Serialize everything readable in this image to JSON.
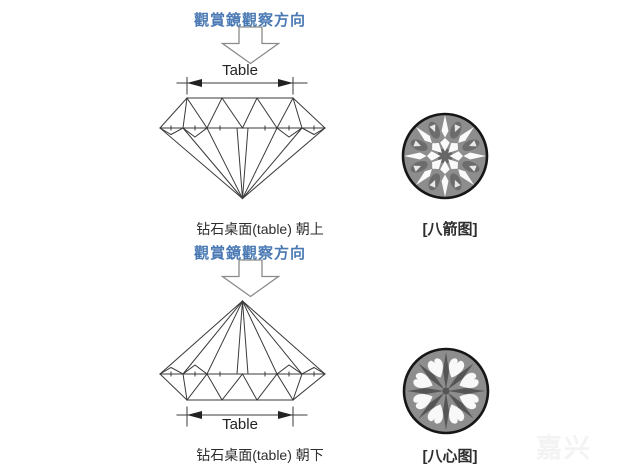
{
  "sections": {
    "top": {
      "direction_label": "觀賞鏡觀察方向",
      "table_label": "Table",
      "caption": "钻石桌面(table) 朝上",
      "viewer_label": "[八箭图]"
    },
    "bottom": {
      "direction_label": "觀賞鏡觀察方向",
      "table_label": "Table",
      "caption": "钻石桌面(table) 朝下",
      "viewer_label": "[八心图]"
    }
  },
  "watermark": "嘉兴",
  "icons": {
    "down_arrow": "hollow-outline-downward-arrow",
    "eight_arrows_circle": "gray-diamond-top-view-with-8-white-arrows",
    "eight_hearts_circle": "gray-diamond-bottom-view-with-8-white-hearts"
  },
  "colors": {
    "direction_text": "#4a79b4",
    "line_art": "#3a3a3a",
    "caption_text": "#2e2e2e",
    "circle_fill": "#8d8d8d",
    "circle_outline": "#161616",
    "pattern_white": "#fafafa",
    "pattern_dark": "#5a5a5a",
    "arrow_outline": "#8a8a8a",
    "background": "#ffffff"
  }
}
